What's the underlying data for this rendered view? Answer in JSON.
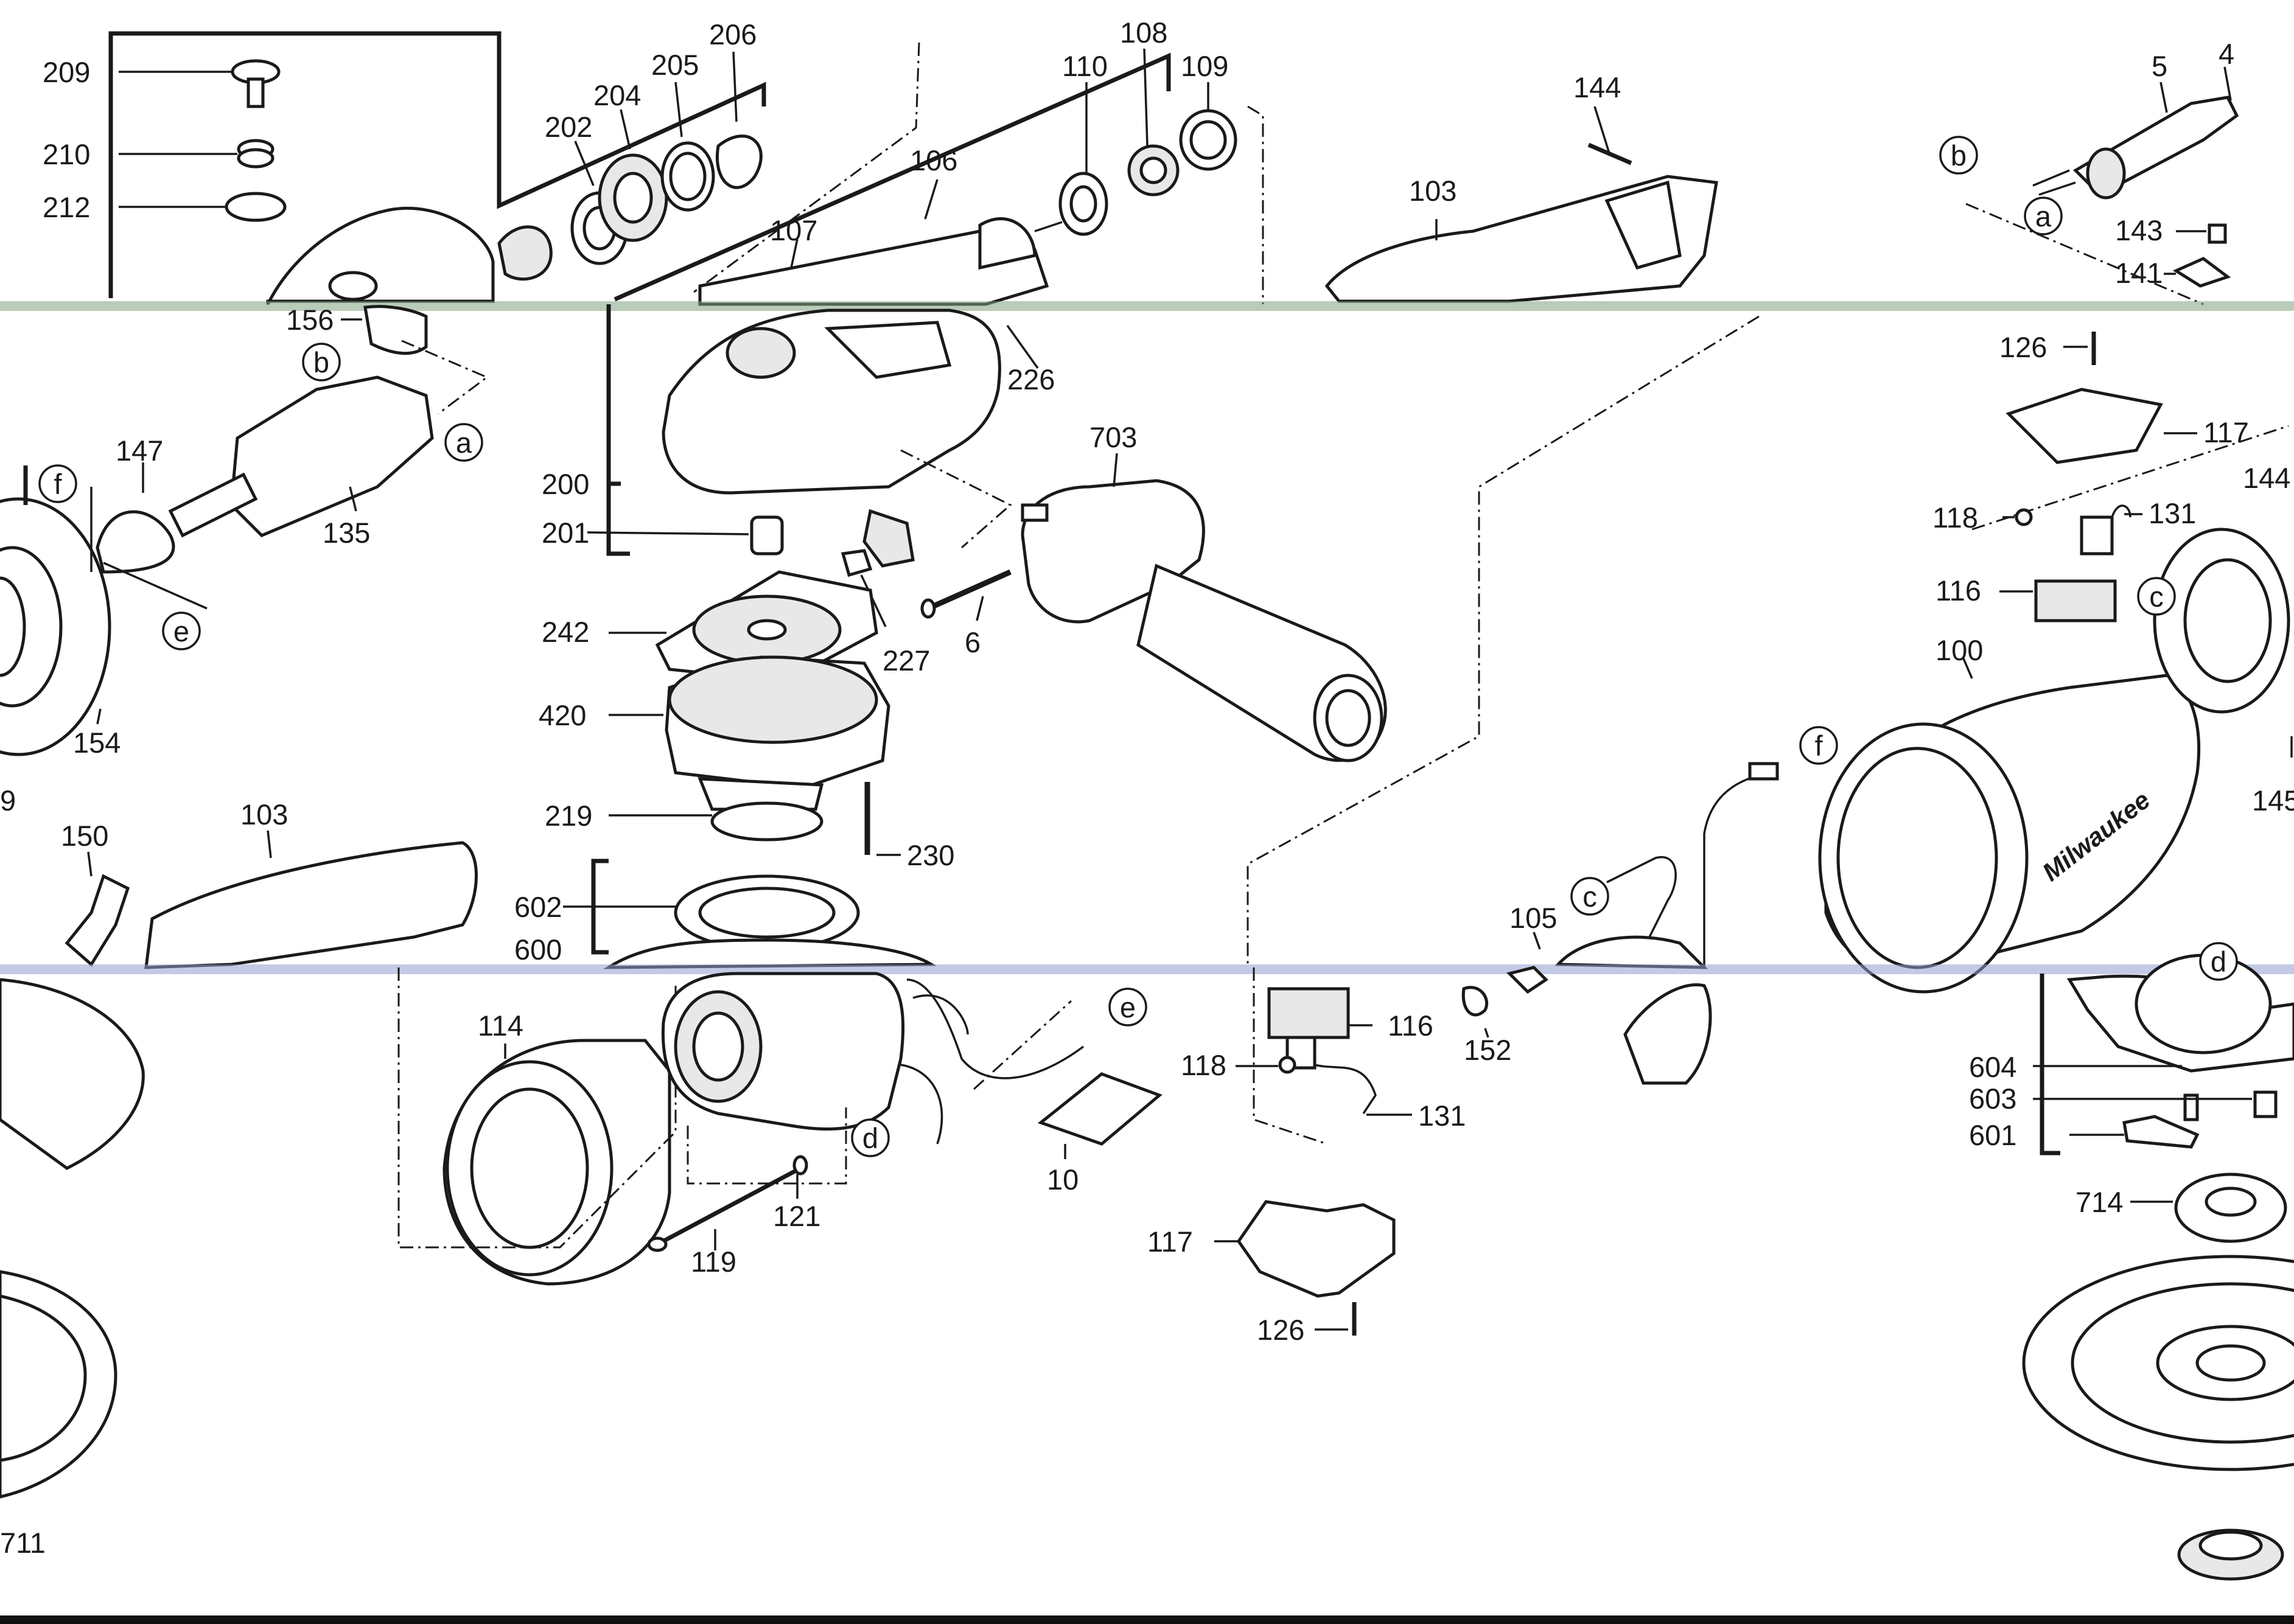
{
  "labels": [
    {
      "id": "209",
      "text": "209"
    },
    {
      "id": "210",
      "text": "210"
    },
    {
      "id": "212",
      "text": "212"
    },
    {
      "id": "202",
      "text": "202"
    },
    {
      "id": "204",
      "text": "204"
    },
    {
      "id": "205",
      "text": "205"
    },
    {
      "id": "206",
      "text": "206"
    },
    {
      "id": "108",
      "text": "108"
    },
    {
      "id": "110",
      "text": "110"
    },
    {
      "id": "109",
      "text": "109"
    },
    {
      "id": "106",
      "text": "106"
    },
    {
      "id": "107",
      "text": "107"
    },
    {
      "id": "144a",
      "text": "144"
    },
    {
      "id": "103a",
      "text": "103"
    },
    {
      "id": "5",
      "text": "5"
    },
    {
      "id": "4",
      "text": "4"
    },
    {
      "id": "143",
      "text": "143"
    },
    {
      "id": "141",
      "text": "141"
    },
    {
      "id": "156",
      "text": "156"
    },
    {
      "id": "226",
      "text": "226"
    },
    {
      "id": "126a",
      "text": "126"
    },
    {
      "id": "117a",
      "text": "117"
    },
    {
      "id": "144b",
      "text": "144"
    },
    {
      "id": "147",
      "text": "147"
    },
    {
      "id": "135",
      "text": "135"
    },
    {
      "id": "200",
      "text": "200"
    },
    {
      "id": "201",
      "text": "201"
    },
    {
      "id": "703",
      "text": "703"
    },
    {
      "id": "118a",
      "text": "118"
    },
    {
      "id": "131a",
      "text": "131"
    },
    {
      "id": "116a",
      "text": "116"
    },
    {
      "id": "242",
      "text": "242"
    },
    {
      "id": "227",
      "text": "227"
    },
    {
      "id": "6",
      "text": "6"
    },
    {
      "id": "154",
      "text": "154"
    },
    {
      "id": "420",
      "text": "420"
    },
    {
      "id": "100",
      "text": "100"
    },
    {
      "id": "219",
      "text": "219"
    },
    {
      "id": "230",
      "text": "230"
    },
    {
      "id": "150",
      "text": "150"
    },
    {
      "id": "103b",
      "text": "103"
    },
    {
      "id": "602",
      "text": "602"
    },
    {
      "id": "600",
      "text": "600"
    },
    {
      "id": "105",
      "text": "105"
    },
    {
      "id": "145",
      "text": "145"
    },
    {
      "id": "9",
      "text": "9"
    },
    {
      "id": "114",
      "text": "114"
    },
    {
      "id": "116b",
      "text": "116"
    },
    {
      "id": "152",
      "text": "152"
    },
    {
      "id": "118b",
      "text": "118"
    },
    {
      "id": "131b",
      "text": "131"
    },
    {
      "id": "604",
      "text": "604"
    },
    {
      "id": "603",
      "text": "603"
    },
    {
      "id": "601",
      "text": "601"
    },
    {
      "id": "121",
      "text": "121"
    },
    {
      "id": "10",
      "text": "10"
    },
    {
      "id": "119",
      "text": "119"
    },
    {
      "id": "714",
      "text": "714"
    },
    {
      "id": "117b",
      "text": "117"
    },
    {
      "id": "126b",
      "text": "126"
    },
    {
      "id": "711",
      "text": "711"
    }
  ],
  "callouts": [
    {
      "id": "b1",
      "text": "b"
    },
    {
      "id": "a1",
      "text": "a"
    },
    {
      "id": "b2",
      "text": "b"
    },
    {
      "id": "a2",
      "text": "a"
    },
    {
      "id": "f1",
      "text": "f"
    },
    {
      "id": "e1",
      "text": "e"
    },
    {
      "id": "c1",
      "text": "c"
    },
    {
      "id": "f2",
      "text": "f"
    },
    {
      "id": "c2",
      "text": "c"
    },
    {
      "id": "e2",
      "text": "e"
    },
    {
      "id": "d1",
      "text": "d"
    },
    {
      "id": "d2",
      "text": "d"
    }
  ],
  "brand": "Milwaukee",
  "colors": {
    "line": "#1a1a1a",
    "background": "#ffffff",
    "scan_band_green": "#7fa27f",
    "scan_band_blue": "#8f9fd0"
  }
}
